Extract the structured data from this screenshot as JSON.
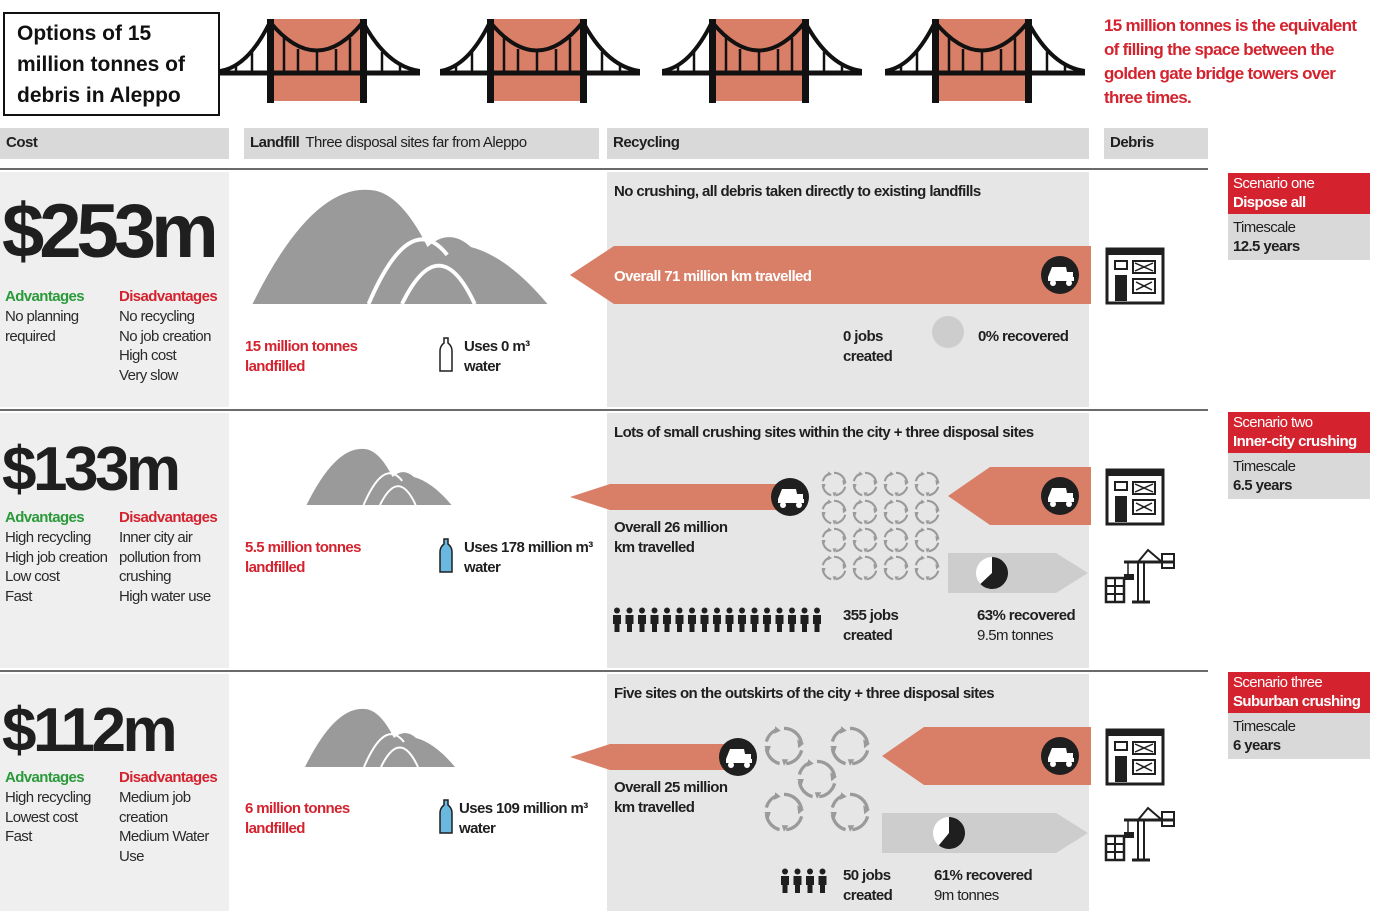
{
  "title": "Options of 15 million tonnes of debris in Aleppo",
  "equivalent_note": "15 million tonnes is the equivalent of filling the space between the golden gate bridge towers over three times.",
  "headers": {
    "cost": "Cost",
    "landfill": "Landfill",
    "landfill_sub": "Three disposal sites far from Aleppo",
    "recycling": "Recycling",
    "debris": "Debris"
  },
  "colors": {
    "accent_red": "#d4232f",
    "salmon": "#d97f67",
    "green": "#2a9a3a",
    "mound_gray": "#9a9a9a"
  },
  "scenarios": [
    {
      "cost": "$253m",
      "advantages_label": "Advantages",
      "advantages": [
        "No planning",
        "required"
      ],
      "disadvantages_label": "Disadvantages",
      "disadvantages": [
        "No recycling",
        "No job creation",
        "High cost",
        "Very slow"
      ],
      "landfilled": [
        "15 million tonnes",
        "landfilled"
      ],
      "water": [
        "Uses 0 m³",
        "water"
      ],
      "recycling_title": "No crushing, all debris taken directly to existing landfills",
      "distance": "Overall 71 million km travelled",
      "jobs": [
        "0 jobs",
        "created"
      ],
      "recovered": [
        "0% recovered"
      ],
      "recovered_fraction": 0,
      "scenario_label": "Scenario one",
      "scenario_name": "Dispose all",
      "timescale_label": "Timescale",
      "timescale": "12.5 years"
    },
    {
      "cost": "$133m",
      "advantages_label": "Advantages",
      "advantages": [
        "High recycling",
        "High job creation",
        "Low cost",
        "Fast"
      ],
      "disadvantages_label": "Disadvantages",
      "disadvantages": [
        "Inner city air",
        "pollution from",
        "crushing",
        "High water use"
      ],
      "landfilled": [
        "5.5 million tonnes",
        "landfilled"
      ],
      "water": [
        "Uses 178 million m³",
        "water"
      ],
      "recycling_title": "Lots of small crushing sites within the city + three disposal sites",
      "distance": [
        "Overall 26 million",
        "km travelled"
      ],
      "jobs": [
        "355 jobs",
        "created"
      ],
      "recovered": [
        "63% recovered",
        "9.5m tonnes"
      ],
      "recovered_fraction": 0.63,
      "scenario_label": "Scenario two",
      "scenario_name": "Inner-city crushing",
      "timescale_label": "Timescale",
      "timescale": "6.5 years"
    },
    {
      "cost": "$112m",
      "advantages_label": "Advantages",
      "advantages": [
        "High recycling",
        "Lowest cost",
        "Fast"
      ],
      "disadvantages_label": "Disadvantages",
      "disadvantages": [
        "Medium job",
        "creation",
        "Medium Water",
        "Use"
      ],
      "landfilled": [
        "6 million tonnes",
        "landfilled"
      ],
      "water": [
        "Uses 109 million m³",
        "water"
      ],
      "recycling_title": "Five sites on the outskirts of the city + three disposal sites",
      "distance": [
        "Overall 25 million",
        "km travelled"
      ],
      "jobs": [
        "50 jobs",
        "created"
      ],
      "recovered": [
        "61% recovered",
        "9m tonnes"
      ],
      "recovered_fraction": 0.61,
      "scenario_label": "Scenario three",
      "scenario_name": "Suburban crushing",
      "timescale_label": "Timescale",
      "timescale": "6 years"
    }
  ]
}
